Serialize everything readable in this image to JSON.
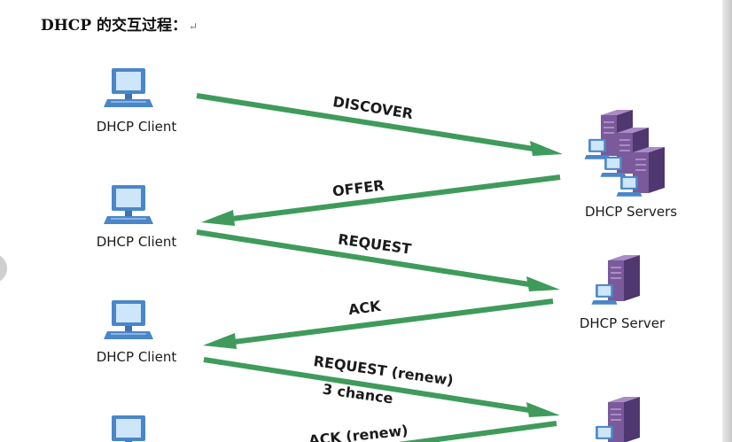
{
  "title": "DHCP 的交互过程：",
  "title_return_mark": "↵",
  "colors": {
    "arrow": "#3f9b5b",
    "monitor_frame": "#4a86c9",
    "monitor_screen": "#cde6fa",
    "server_body": "#7a5a9a",
    "server_dark": "#4f3770",
    "server_light": "#a98cc6"
  },
  "clients": [
    {
      "label": "DHCP Client",
      "icon": "computer-icon"
    },
    {
      "label": "DHCP Client",
      "icon": "computer-icon"
    },
    {
      "label": "DHCP Client",
      "icon": "computer-icon"
    },
    {
      "label": "",
      "icon": "computer-icon"
    }
  ],
  "servers": [
    {
      "label": "DHCP Servers",
      "icon": "server-group-icon"
    },
    {
      "label": "DHCP Server",
      "icon": "server-icon"
    },
    {
      "label": "",
      "icon": "server-icon"
    }
  ],
  "messages": [
    {
      "label": "DISCOVER",
      "direction": "client-to-server"
    },
    {
      "label": "OFFER",
      "direction": "server-to-client"
    },
    {
      "label": "REQUEST",
      "direction": "client-to-server"
    },
    {
      "label": "ACK",
      "direction": "server-to-client"
    },
    {
      "label": "REQUEST (renew)",
      "sublabel": "3 chance",
      "direction": "client-to-server"
    },
    {
      "label": "ACK (renew)",
      "direction": "server-to-client"
    }
  ]
}
